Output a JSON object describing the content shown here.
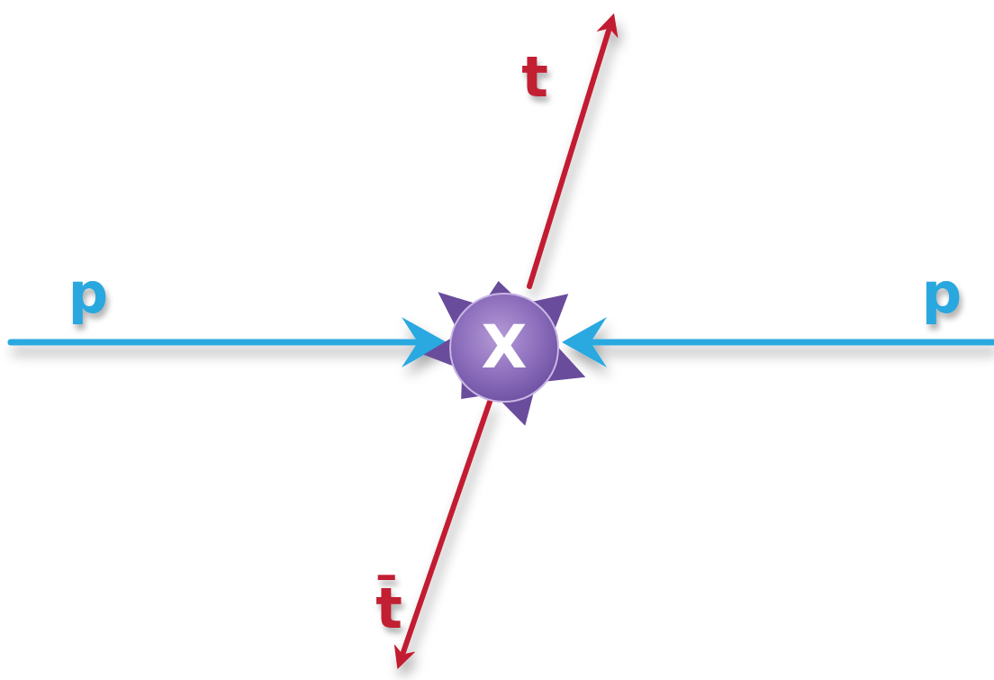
{
  "diagram": {
    "nodes": [
      {
        "text": [
          "X"
        ]
      }
    ],
    "labels": [
      "t",
      "p",
      "p",
      "t̄"
    ]
  }
}
